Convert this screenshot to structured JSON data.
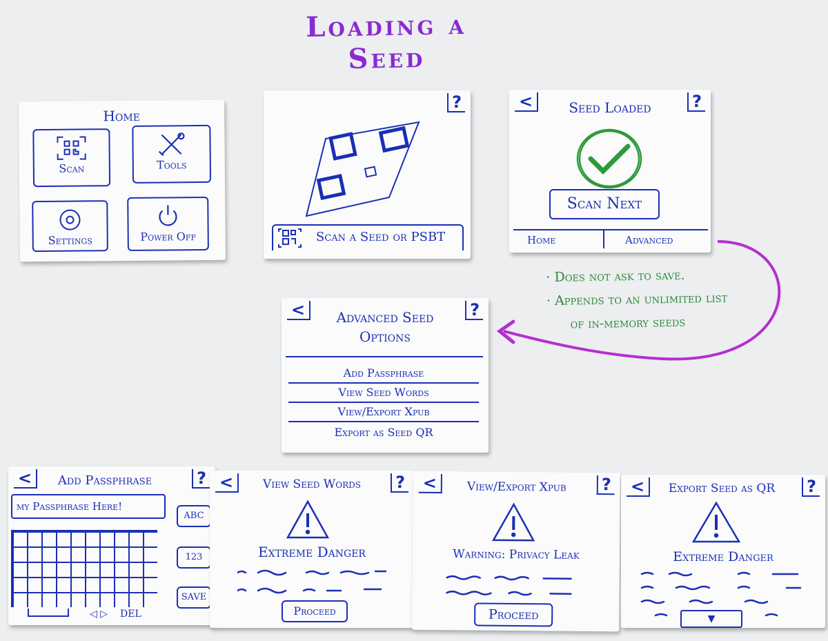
{
  "page_title": "Loading a Seed",
  "colors": {
    "ink": "#1a2fb5",
    "title": "#8a2bd0",
    "note": "#2e8b3a",
    "check": "#2e9a3c",
    "arrow": "#b52fd0"
  },
  "home": {
    "title": "Home",
    "tiles": [
      {
        "label": "Scan",
        "icon": "qr-icon"
      },
      {
        "label": "Tools",
        "icon": "tools-icon"
      },
      {
        "label": "Settings",
        "icon": "settings-icon"
      },
      {
        "label": "Power Off",
        "icon": "power-icon"
      }
    ]
  },
  "scan_screen": {
    "help": "?",
    "bottom_label": "Scan a Seed or PSBT"
  },
  "seed_loaded": {
    "back": "<",
    "help": "?",
    "title": "Seed Loaded",
    "button": "Scan Next",
    "footer": {
      "home": "Home",
      "advanced": "Advanced"
    }
  },
  "notes": [
    "· Does not ask to save.",
    "· Appends to an unlimited list",
    "of in-memory seeds"
  ],
  "advanced": {
    "back": "<",
    "help": "?",
    "title_line1": "Advanced Seed",
    "title_line2": "Options",
    "items": [
      "Add Passphrase",
      "View Seed Words",
      "View/Export Xpub",
      "Export as Seed QR"
    ]
  },
  "passphrase": {
    "back": "<",
    "help": "?",
    "title": "Add Passphrase",
    "input_value": "my Passphrase Here!",
    "side_buttons": [
      "ABC",
      "123",
      "SAVE"
    ],
    "arrows": "◁ ▷",
    "del": "DEL"
  },
  "view_words": {
    "back": "<",
    "help": "?",
    "title": "View Seed Words",
    "warning": "Extreme Danger",
    "button": "Proceed"
  },
  "view_xpub": {
    "back": "<",
    "help": "?",
    "title": "View/Export Xpub",
    "warning": "Warning: Privacy Leak",
    "button": "Proceed"
  },
  "export_qr": {
    "back": "<",
    "help": "?",
    "title": "Export Seed as QR",
    "warning": "Extreme Danger",
    "button": "▼"
  }
}
